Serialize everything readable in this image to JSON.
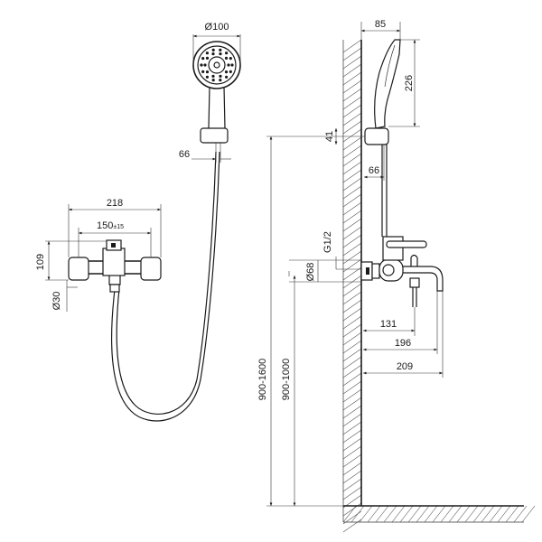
{
  "dimensions": {
    "head_diameter": "Ø100",
    "holder_offset_front": "66",
    "mixer_width": "218",
    "center_distance": "150",
    "center_tolerance": "±15",
    "mixer_height": "109",
    "eccentric_diameter": "Ø30",
    "side_depth_top": "85",
    "handshower_length": "226",
    "holder_height": "41",
    "holder_offset_side": "66",
    "thread": "G1/2",
    "flange_diameter": "Ø68",
    "spout_131": "131",
    "spout_196": "196",
    "spout_209": "209",
    "install_height_holder": "900-1600",
    "install_height_mixer": "900-1000"
  }
}
